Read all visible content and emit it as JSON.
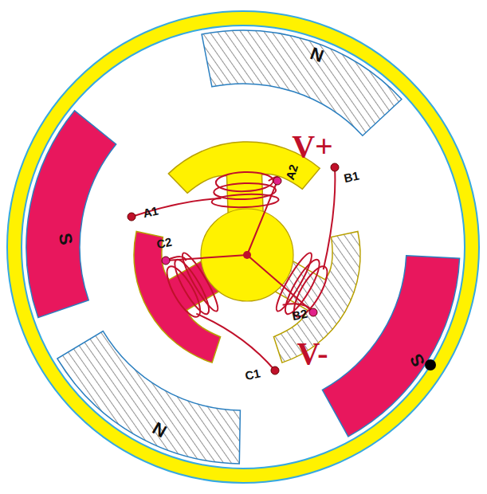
{
  "diagram": {
    "labels": [
      "S",
      "N",
      "S",
      "N",
      "A1",
      "A2",
      "B1",
      "B2",
      "C1",
      "C2",
      "V+",
      "V-"
    ]
  }
}
